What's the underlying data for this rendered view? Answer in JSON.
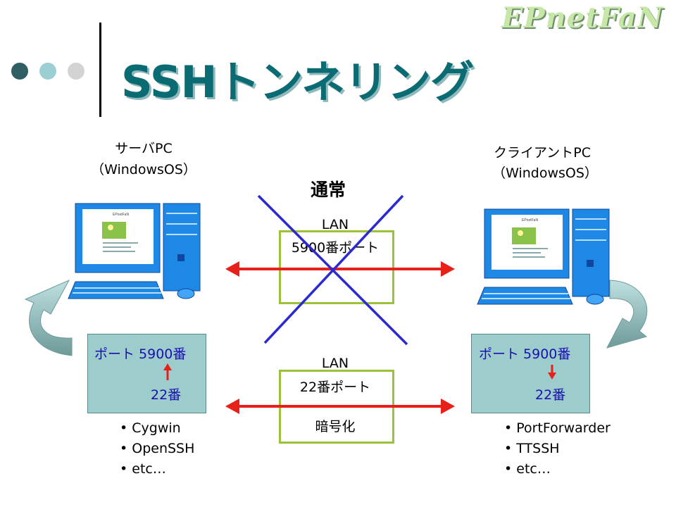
{
  "header": {
    "logo": "EPnetFaN",
    "title": "SSHトンネリング"
  },
  "server": {
    "name": "サーバPC",
    "os": "（WindowsOS）",
    "port_from": "ポート 5900番",
    "port_to": "22番",
    "tools": [
      "Cygwin",
      "OpenSSH",
      "etc…"
    ]
  },
  "client": {
    "name": "クライアントPC",
    "os": "（WindowsOS）",
    "port_from": "ポート 5900番",
    "port_to": "22番",
    "tools": [
      "PortForwarder",
      "TTSSH",
      "etc…"
    ]
  },
  "normal": {
    "label": "通常",
    "lan": "LAN",
    "port": "5900番ポート"
  },
  "tunnel": {
    "lan": "LAN",
    "port": "22番ポート",
    "note": "暗号化"
  },
  "screen": {
    "brand": "EPnetFaN"
  },
  "colors": {
    "title": "#0b6b72",
    "arrow": "#e8201a",
    "cross": "#2a2ad0",
    "lan_box": "#9cc23a",
    "port_box": "#9ccccc",
    "monitor": "#1e88e5"
  }
}
